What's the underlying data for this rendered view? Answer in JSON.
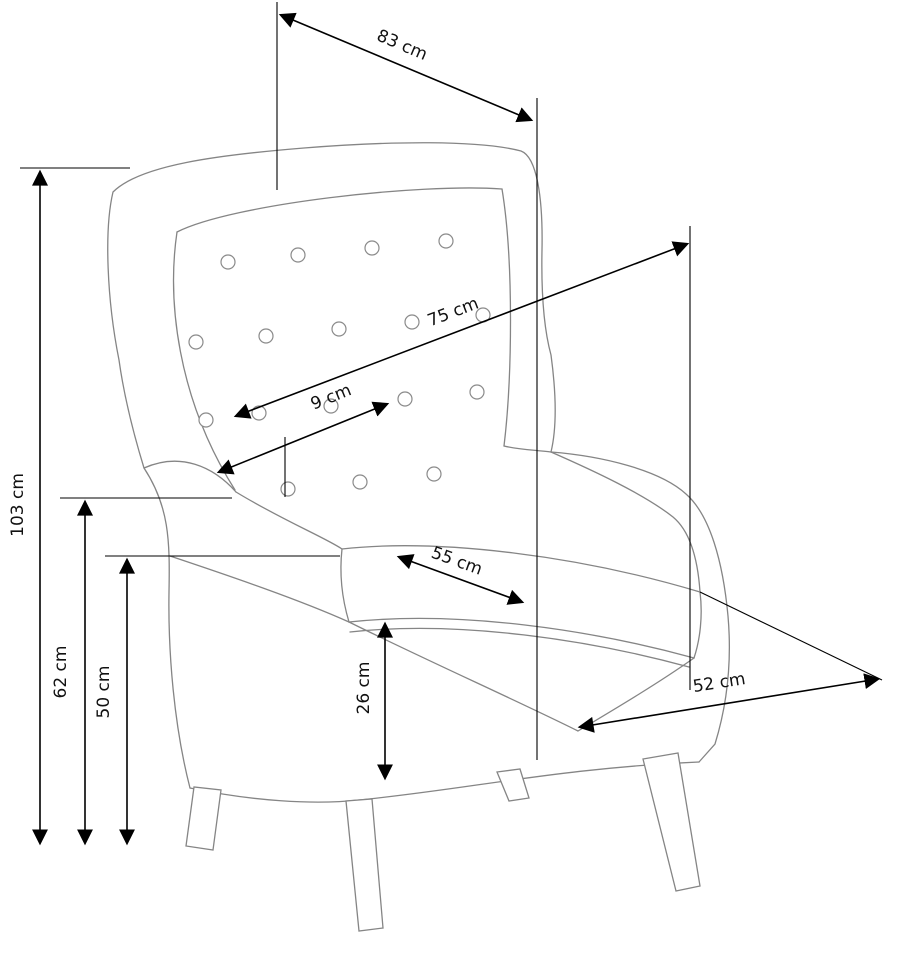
{
  "diagram": {
    "subject": "wingback-armchair-dimension-drawing",
    "colors": {
      "background": "#ffffff",
      "dimension_lines": "#000000",
      "sketch_lines": "#858585",
      "label_text": "#111111"
    },
    "dims": {
      "depth_top": "83 cm",
      "back_diagonal": "75 cm",
      "wing_offset": "9 cm",
      "total_height": "103 cm",
      "arm_height": "62 cm",
      "seat_height": "50 cm",
      "seat_depth": "55 cm",
      "seat_front_height": "26 cm",
      "seat_width": "52 cm"
    }
  }
}
